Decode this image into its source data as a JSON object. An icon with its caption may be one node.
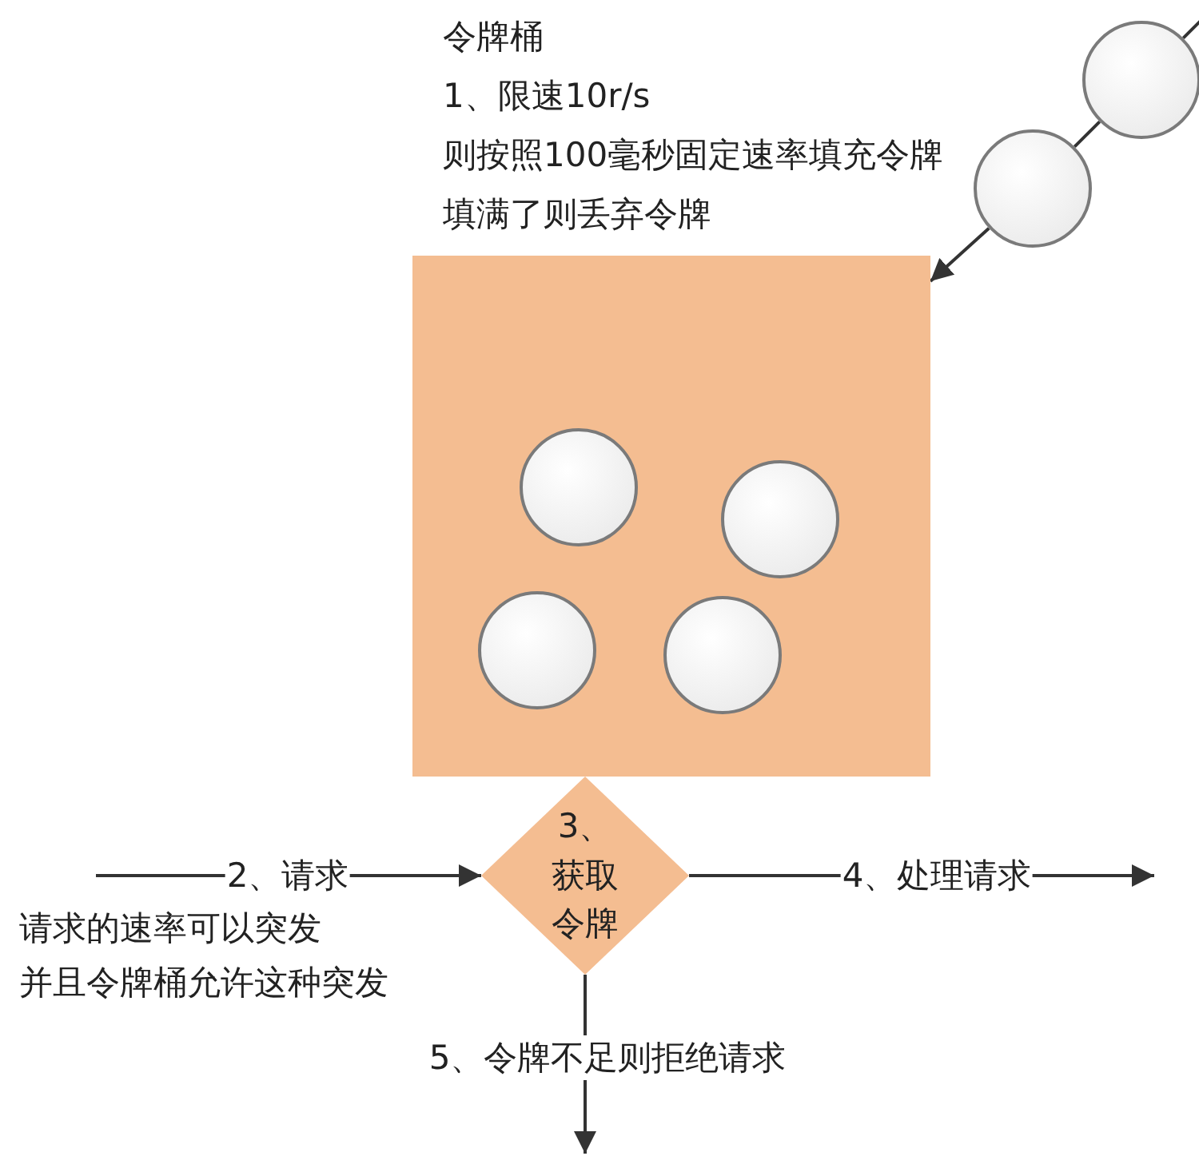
{
  "diagram": {
    "nodes": [
      {
        "text": [
          "令牌桶",
          "1、限速10r/s",
          "则按照100毫秒固定速率填充令牌",
          "填满了则丢弃令牌"
        ]
      },
      {
        "text": [],
        "shape": "circle",
        "in": 0
      },
      {
        "text": [],
        "shape": "circle",
        "in": 0
      },
      {
        "text": [],
        "shape": "circle",
        "in": 0
      },
      {
        "text": [],
        "shape": "circle",
        "in": 0
      },
      {
        "text": [],
        "shape": "circle"
      },
      {
        "text": [],
        "shape": "circle"
      },
      {
        "text": [
          "3、获取令牌"
        ]
      }
    ],
    "edges": [
      {
        "from": null,
        "to": 5,
        "arrow": "none"
      },
      {
        "from": 5,
        "to": 6,
        "arrow": "none"
      },
      {
        "from": 6,
        "to": 0,
        "arrow": "to"
      },
      {
        "from": null,
        "to": 7,
        "arrow": "to",
        "label": "2、请求"
      },
      {
        "from": 7,
        "to": null,
        "arrow": "to",
        "label": "4、处理请求"
      },
      {
        "from": 7,
        "to": null,
        "arrow": "to",
        "label": "5、令牌不足则拒绝请求"
      }
    ],
    "labels": [
      "请求的速率可以突发",
      "并且令牌桶允许这种突发"
    ]
  }
}
